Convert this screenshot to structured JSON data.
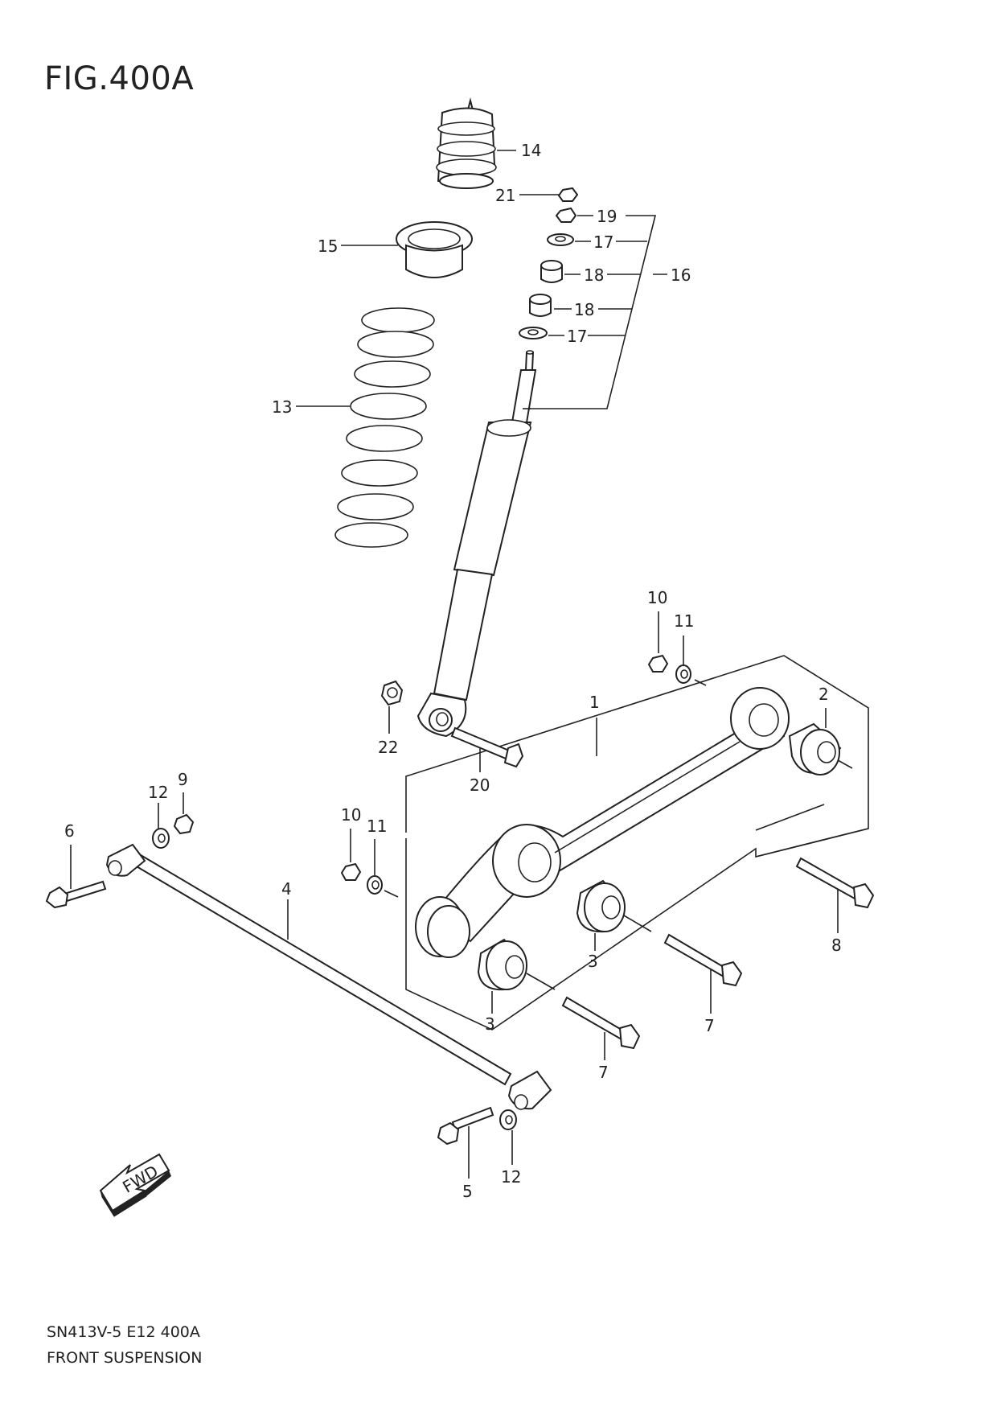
{
  "figure": {
    "title": "FIG.400A",
    "footer_code": "SN413V-5 E12 400A",
    "footer_title": "FRONT SUSPENSION",
    "direction_label": "FWD"
  },
  "callouts": {
    "c1": "1",
    "c2": "2",
    "c3a": "3",
    "c3b": "3",
    "c4": "4",
    "c5": "5",
    "c6": "6",
    "c7a": "7",
    "c7b": "7",
    "c8": "8",
    "c9": "9",
    "c10a": "10",
    "c10b": "10",
    "c11a": "11",
    "c11b": "11",
    "c12a": "12",
    "c12b": "12",
    "c13": "13",
    "c14": "14",
    "c15": "15",
    "c16": "16",
    "c17a": "17",
    "c17b": "17",
    "c18a": "18",
    "c18b": "18",
    "c19": "19",
    "c20": "20",
    "c21": "21",
    "c22": "22"
  }
}
